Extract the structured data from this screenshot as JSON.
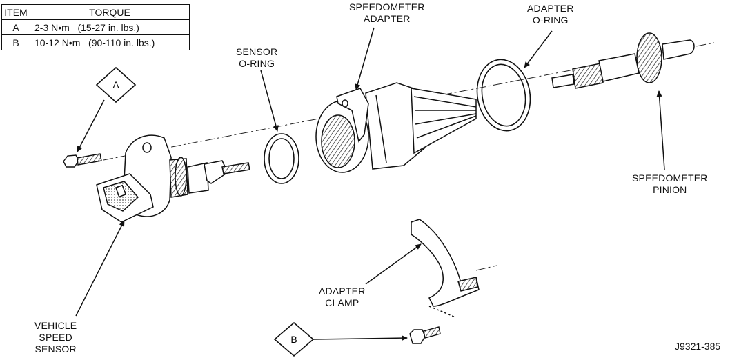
{
  "table": {
    "headers": [
      "ITEM",
      "TORQUE"
    ],
    "rows": [
      {
        "item": "A",
        "torque": "2-3 N•m   (15-27 in. lbs.)"
      },
      {
        "item": "B",
        "torque": "10-12 N•m   (90-110 in. lbs.)"
      }
    ]
  },
  "labels": {
    "speedometer_adapter": [
      "SPEEDOMETER",
      "ADAPTER"
    ],
    "adapter_oring": [
      "ADAPTER",
      "O-RING"
    ],
    "sensor_oring": [
      "SENSOR",
      "O-RING"
    ],
    "speedometer_pinion": [
      "SPEEDOMETER",
      "PINION"
    ],
    "adapter_clamp": [
      "ADAPTER",
      "CLAMP"
    ],
    "vehicle_speed_sensor": [
      "VEHICLE",
      "SPEED",
      "SENSOR"
    ]
  },
  "callouts": {
    "a": "A",
    "b": "B"
  },
  "figure_code": "J9321-385"
}
